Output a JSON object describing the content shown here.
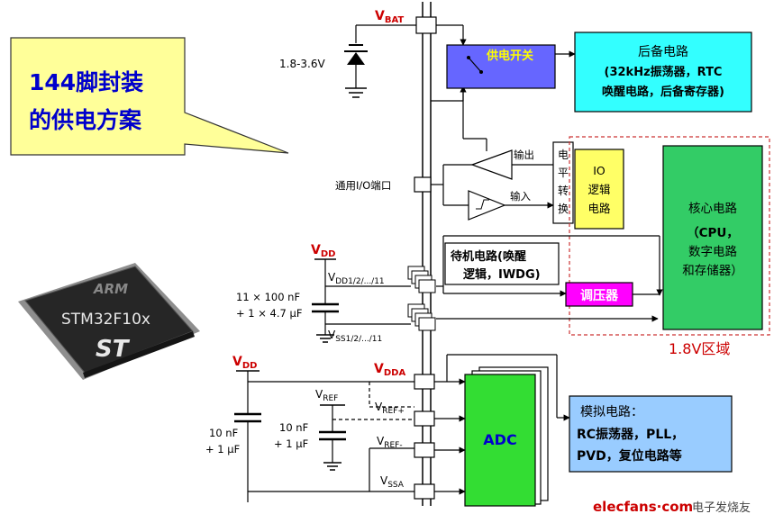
{
  "callout": {
    "line1": "144脚封装",
    "line2": "的供电方案"
  },
  "chip": {
    "brand": "ARM",
    "model": "STM32F10x",
    "maker": "ST"
  },
  "battery": {
    "voltage_range": "1.8-3.6V"
  },
  "rails": {
    "vbat": {
      "main": "V",
      "sub": "BAT"
    },
    "vdd_top": {
      "main": "V",
      "sub": "DD"
    },
    "vdd_pins": {
      "main": "V",
      "sub": "DD1/2/.../11"
    },
    "vss_pins": {
      "main": "V",
      "sub": "SS1/2/.../11"
    },
    "vdd_bottom": {
      "main": "V",
      "sub": "DD"
    },
    "vdda": {
      "main": "V",
      "sub": "DDA"
    },
    "vref": {
      "main": "V",
      "sub": "REF"
    },
    "vref_plus": {
      "main": "V",
      "sub": "REF+"
    },
    "vref_minus": {
      "main": "V",
      "sub": "REF-"
    },
    "vssa": {
      "main": "V",
      "sub": "SSA"
    }
  },
  "capacitors": {
    "decoupling_1": "11 × 100 nF",
    "decoupling_2": "+ 1 × 4.7 µF",
    "analog_1": "10 nF",
    "analog_2": "+ 1 µF",
    "ref_1": "10 nF",
    "ref_2": "+ 1 µF"
  },
  "blocks": {
    "power_switch": "供电开关",
    "backup": {
      "line1": "后备电路",
      "line2": "(32kHz振荡器，RTC",
      "line3": "唤醒电路，后备寄存器)"
    },
    "level_shifter": [
      "电",
      "平",
      "转",
      "换"
    ],
    "io_logic": [
      "IO",
      "逻辑",
      "电路"
    ],
    "core": {
      "line1": "核心电路",
      "line2": "（CPU，",
      "line3": "数字电路",
      "line4": "和存储器）"
    },
    "standby": {
      "line1": "待机电路(唤醒",
      "line2": "逻辑，IWDG)"
    },
    "regulator": "调压器",
    "adc": "ADC",
    "analog": {
      "line1": "模拟电路：",
      "line2": "RC振荡器，PLL，",
      "line3": "PVD，复位电路等"
    }
  },
  "labels": {
    "gpio": "通用I/O端口",
    "output": "输出",
    "input": "输入",
    "domain_1v8": "1.8V区域"
  },
  "watermark": {
    "site": "elecfans·com",
    "cn": "电子发烧友"
  },
  "colors": {
    "callout_fill": "#ffff99",
    "switch_fill": "#6666ff",
    "backup_fill": "#33ffff",
    "io_fill": "#ffff66",
    "core_fill": "#33cc66",
    "regulator_fill": "#ff00ff",
    "adc_fill": "#33dd33",
    "analog_fill": "#99ccff",
    "accent_red": "#cc0000",
    "domain_border": "#cc3333",
    "watermark_red": "#cc0000"
  }
}
